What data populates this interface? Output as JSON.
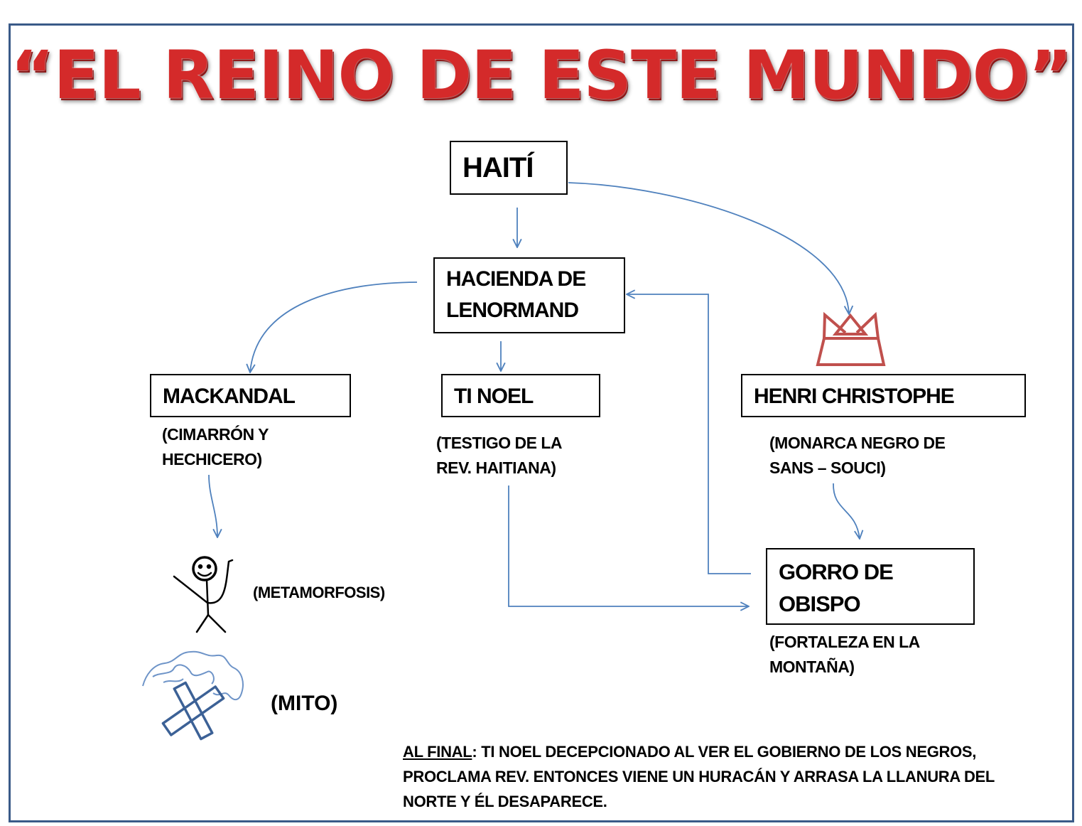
{
  "title": "“EL REINO DE ESTE MUNDO”",
  "nodes": {
    "haiti": {
      "label": "HAITÍ"
    },
    "hacienda": {
      "line1": "HACIENDA DE",
      "line2": "LENORMAND"
    },
    "mackandal": {
      "label": "MACKANDAL",
      "note_line1": "(CIMARRÓN Y",
      "note_line2": "HECHICERO)"
    },
    "ti_noel": {
      "label": "TI NOEL",
      "note_line1": "(TESTIGO DE LA",
      "note_line2": "REV. HAITIANA)"
    },
    "henri": {
      "label": "HENRI CHRISTOPHE",
      "note_line1": "(MONARCA NEGRO DE",
      "note_line2": "SANS – SOUCI)"
    },
    "gorro": {
      "line1": "GORRO DE",
      "line2": "OBISPO",
      "note_line1": "(FORTALEZA EN LA",
      "note_line2": "MONTAÑA)"
    }
  },
  "icons": {
    "crown": {
      "name": "crown-icon",
      "color": "#c0504d"
    },
    "stick_figure": {
      "name": "stick-figure-icon",
      "label": "(METAMORFOSIS)"
    },
    "myth": {
      "name": "scroll-cross-icon",
      "label": "(MITO)",
      "color": "#4f81bd"
    }
  },
  "final": {
    "heading": "AL FINAL",
    "line1": ": TI NOEL DECEPCIONADO  AL VER EL GOBIERNO DE LOS NEGROS,",
    "line2": "PROCLAMA REV. ENTONCES VIENE UN HURACÁN Y ARRASA LA LLANURA DEL",
    "line3": "NORTE Y ÉL DESAPARECE."
  },
  "colors": {
    "title": "#d42a2a",
    "frame": "#3a5a88",
    "connector": "#4f81bd",
    "crown": "#c0504d"
  }
}
